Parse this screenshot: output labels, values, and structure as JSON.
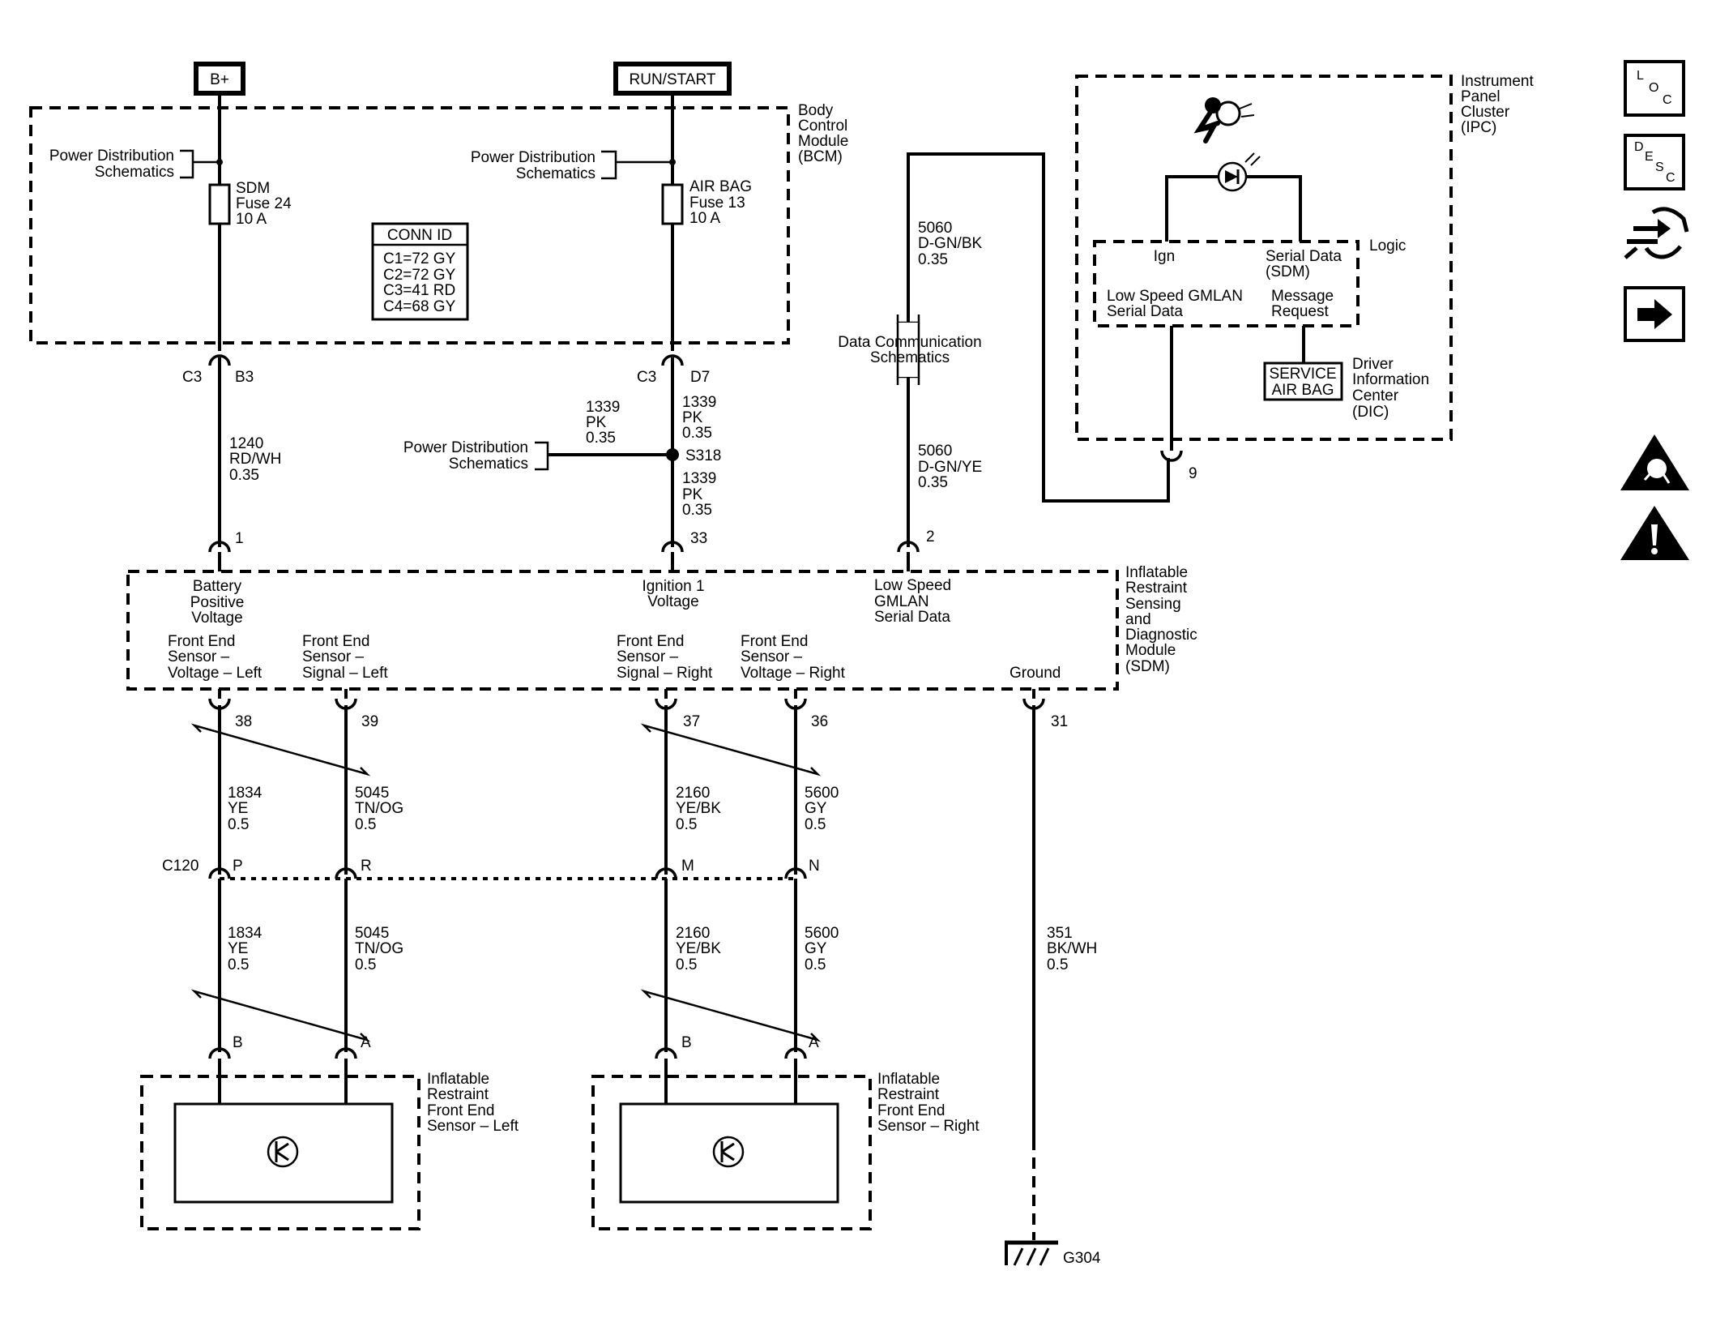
{
  "power": {
    "bplus": "B+",
    "runstart": "RUN/START"
  },
  "bcm": {
    "title": [
      "Body",
      "Control",
      "Module",
      "(BCM)"
    ],
    "pd_left": [
      "Power Distribution",
      "Schematics"
    ],
    "pd_right": [
      "Power Distribution",
      "Schematics"
    ],
    "fuse_left": [
      "SDM",
      "Fuse 24",
      "10 A"
    ],
    "fuse_right": [
      "AIR BAG",
      "Fuse 13",
      "10 A"
    ],
    "conn_id": {
      "header": "CONN ID",
      "rows": [
        "C1=72 GY",
        "C2=72 GY",
        "C3=41 RD",
        "C4=68 GY"
      ]
    }
  },
  "bcm_connectors": {
    "left": {
      "conn": "C3",
      "pin": "B3"
    },
    "right": {
      "conn": "C3",
      "pin": "D7"
    }
  },
  "wires": {
    "w1240": [
      "1240",
      "RD/WH",
      "0.35"
    ],
    "w1339a": [
      "1339",
      "PK",
      "0.35"
    ],
    "w1339_branch": [
      "1339",
      "PK",
      "0.35"
    ],
    "w1339b": [
      "1339",
      "PK",
      "0.35"
    ],
    "splice": "S318",
    "pd_splice": [
      "Power Distribution",
      "Schematics"
    ],
    "w5060_top": [
      "5060",
      "D-GN/BK",
      "0.35"
    ],
    "w5060_bot": [
      "5060",
      "D-GN/YE",
      "0.35"
    ],
    "data_comm": [
      "Data Communication",
      "Schematics"
    ]
  },
  "ipc": {
    "title": [
      "Instrument",
      "Panel",
      "Cluster",
      "(IPC)"
    ],
    "logic": "Logic",
    "ign": "Ign",
    "serial_data": [
      "Serial Data",
      "(SDM)"
    ],
    "low_speed": [
      "Low Speed GMLAN",
      "Serial Data"
    ],
    "message": [
      "Message",
      "Request"
    ],
    "service": [
      "SERVICE",
      "AIR BAG"
    ],
    "dic": [
      "Driver",
      "Information",
      "Center",
      "(DIC)"
    ],
    "pin": "9"
  },
  "sdm": {
    "title": [
      "Inflatable",
      "Restraint",
      "Sensing",
      "and",
      "Diagnostic",
      "Module",
      "(SDM)"
    ],
    "pins_top": [
      "1",
      "33",
      "2"
    ],
    "labels_top": {
      "battery": [
        "Battery",
        "Positive",
        "Voltage"
      ],
      "ignition": [
        "Ignition 1",
        "Voltage"
      ],
      "gmlan": [
        "Low Speed",
        "GMLAN",
        "Serial Data"
      ]
    },
    "labels_bottom": {
      "fes_vl": [
        "Front End",
        "Sensor –",
        "Voltage – Left"
      ],
      "fes_sl": [
        "Front End",
        "Sensor –",
        "Signal – Left"
      ],
      "fes_sr": [
        "Front End",
        "Sensor –",
        "Signal – Right"
      ],
      "fes_vr": [
        "Front End",
        "Sensor –",
        "Voltage – Right"
      ],
      "ground": "Ground"
    },
    "pins_bottom": [
      "38",
      "39",
      "37",
      "36",
      "31"
    ]
  },
  "lower_wires": {
    "w1834": [
      "1834",
      "YE",
      "0.5"
    ],
    "w5045": [
      "5045",
      "TN/OG",
      "0.5"
    ],
    "w2160": [
      "2160",
      "YE/BK",
      "0.5"
    ],
    "w5600": [
      "5600",
      "GY",
      "0.5"
    ],
    "w351": [
      "351",
      "BK/WH",
      "0.5"
    ]
  },
  "c120": {
    "name": "C120",
    "pins": [
      "P",
      "R",
      "M",
      "N"
    ]
  },
  "sensors": {
    "left": {
      "title": [
        "Inflatable",
        "Restraint",
        "Front End",
        "Sensor – Left"
      ],
      "pins": [
        "B",
        "A"
      ]
    },
    "right": {
      "title": [
        "Inflatable",
        "Restraint",
        "Front End",
        "Sensor – Right"
      ],
      "pins": [
        "B",
        "A"
      ]
    }
  },
  "ground": "G304",
  "side_icons": [
    "loc-icon",
    "desc-icon",
    "connector-repair-icon",
    "next-arrow-icon",
    "airbag-warning-icon",
    "caution-icon"
  ]
}
